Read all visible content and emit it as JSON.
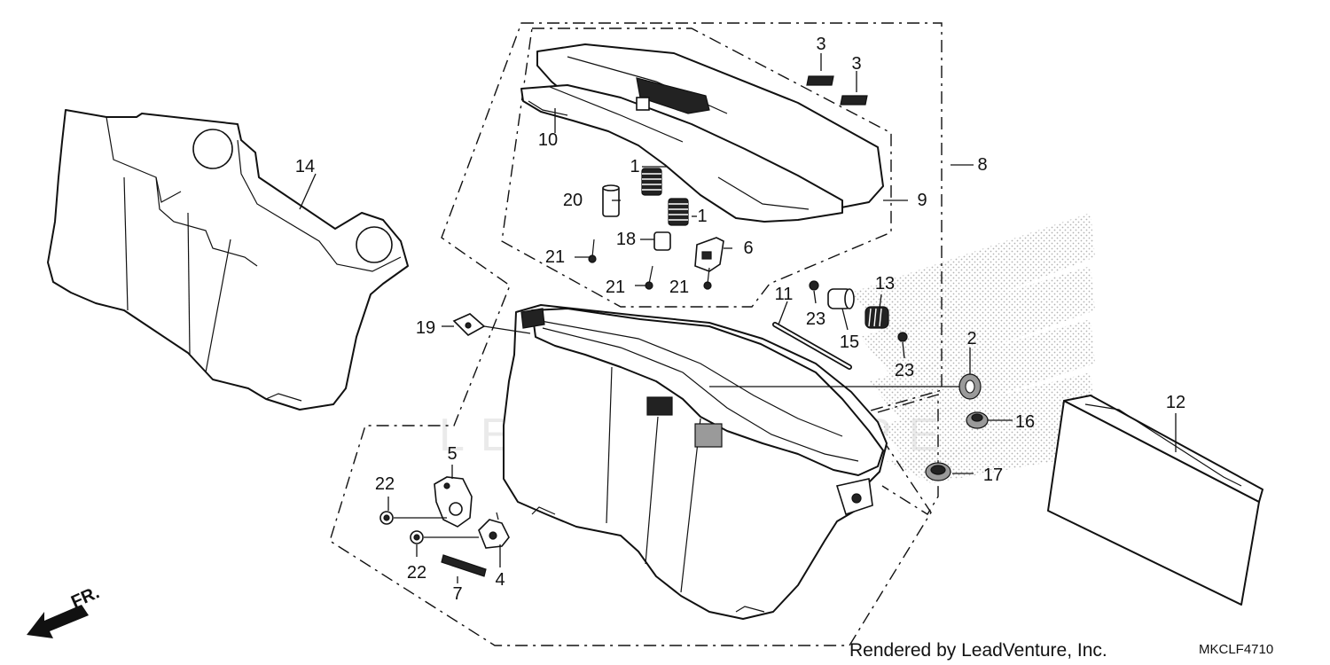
{
  "diagram": {
    "parts": [
      {
        "id": "p14",
        "label": "14"
      },
      {
        "id": "p10",
        "label": "10"
      },
      {
        "id": "p3a",
        "label": "3"
      },
      {
        "id": "p3b",
        "label": "3"
      },
      {
        "id": "p8",
        "label": "8"
      },
      {
        "id": "p9",
        "label": "9"
      },
      {
        "id": "p1a",
        "label": "1"
      },
      {
        "id": "p1b",
        "label": "1"
      },
      {
        "id": "p20",
        "label": "20"
      },
      {
        "id": "p18",
        "label": "18"
      },
      {
        "id": "p6",
        "label": "6"
      },
      {
        "id": "p21a",
        "label": "21"
      },
      {
        "id": "p21b",
        "label": "21"
      },
      {
        "id": "p21c",
        "label": "21"
      },
      {
        "id": "p11",
        "label": "11"
      },
      {
        "id": "p23a",
        "label": "23"
      },
      {
        "id": "p13",
        "label": "13"
      },
      {
        "id": "p15",
        "label": "15"
      },
      {
        "id": "p23b",
        "label": "23"
      },
      {
        "id": "p2",
        "label": "2"
      },
      {
        "id": "p19",
        "label": "19"
      },
      {
        "id": "p16",
        "label": "16"
      },
      {
        "id": "p12",
        "label": "12"
      },
      {
        "id": "p17",
        "label": "17"
      },
      {
        "id": "p5",
        "label": "5"
      },
      {
        "id": "p22a",
        "label": "22"
      },
      {
        "id": "p22b",
        "label": "22"
      },
      {
        "id": "p4",
        "label": "4"
      },
      {
        "id": "p7",
        "label": "7"
      }
    ],
    "direction_label": "FR.",
    "watermark": "LEADVENTURE"
  },
  "footer": {
    "credit": "Rendered by LeadVenture, Inc.",
    "code": "MKCLF4710"
  }
}
